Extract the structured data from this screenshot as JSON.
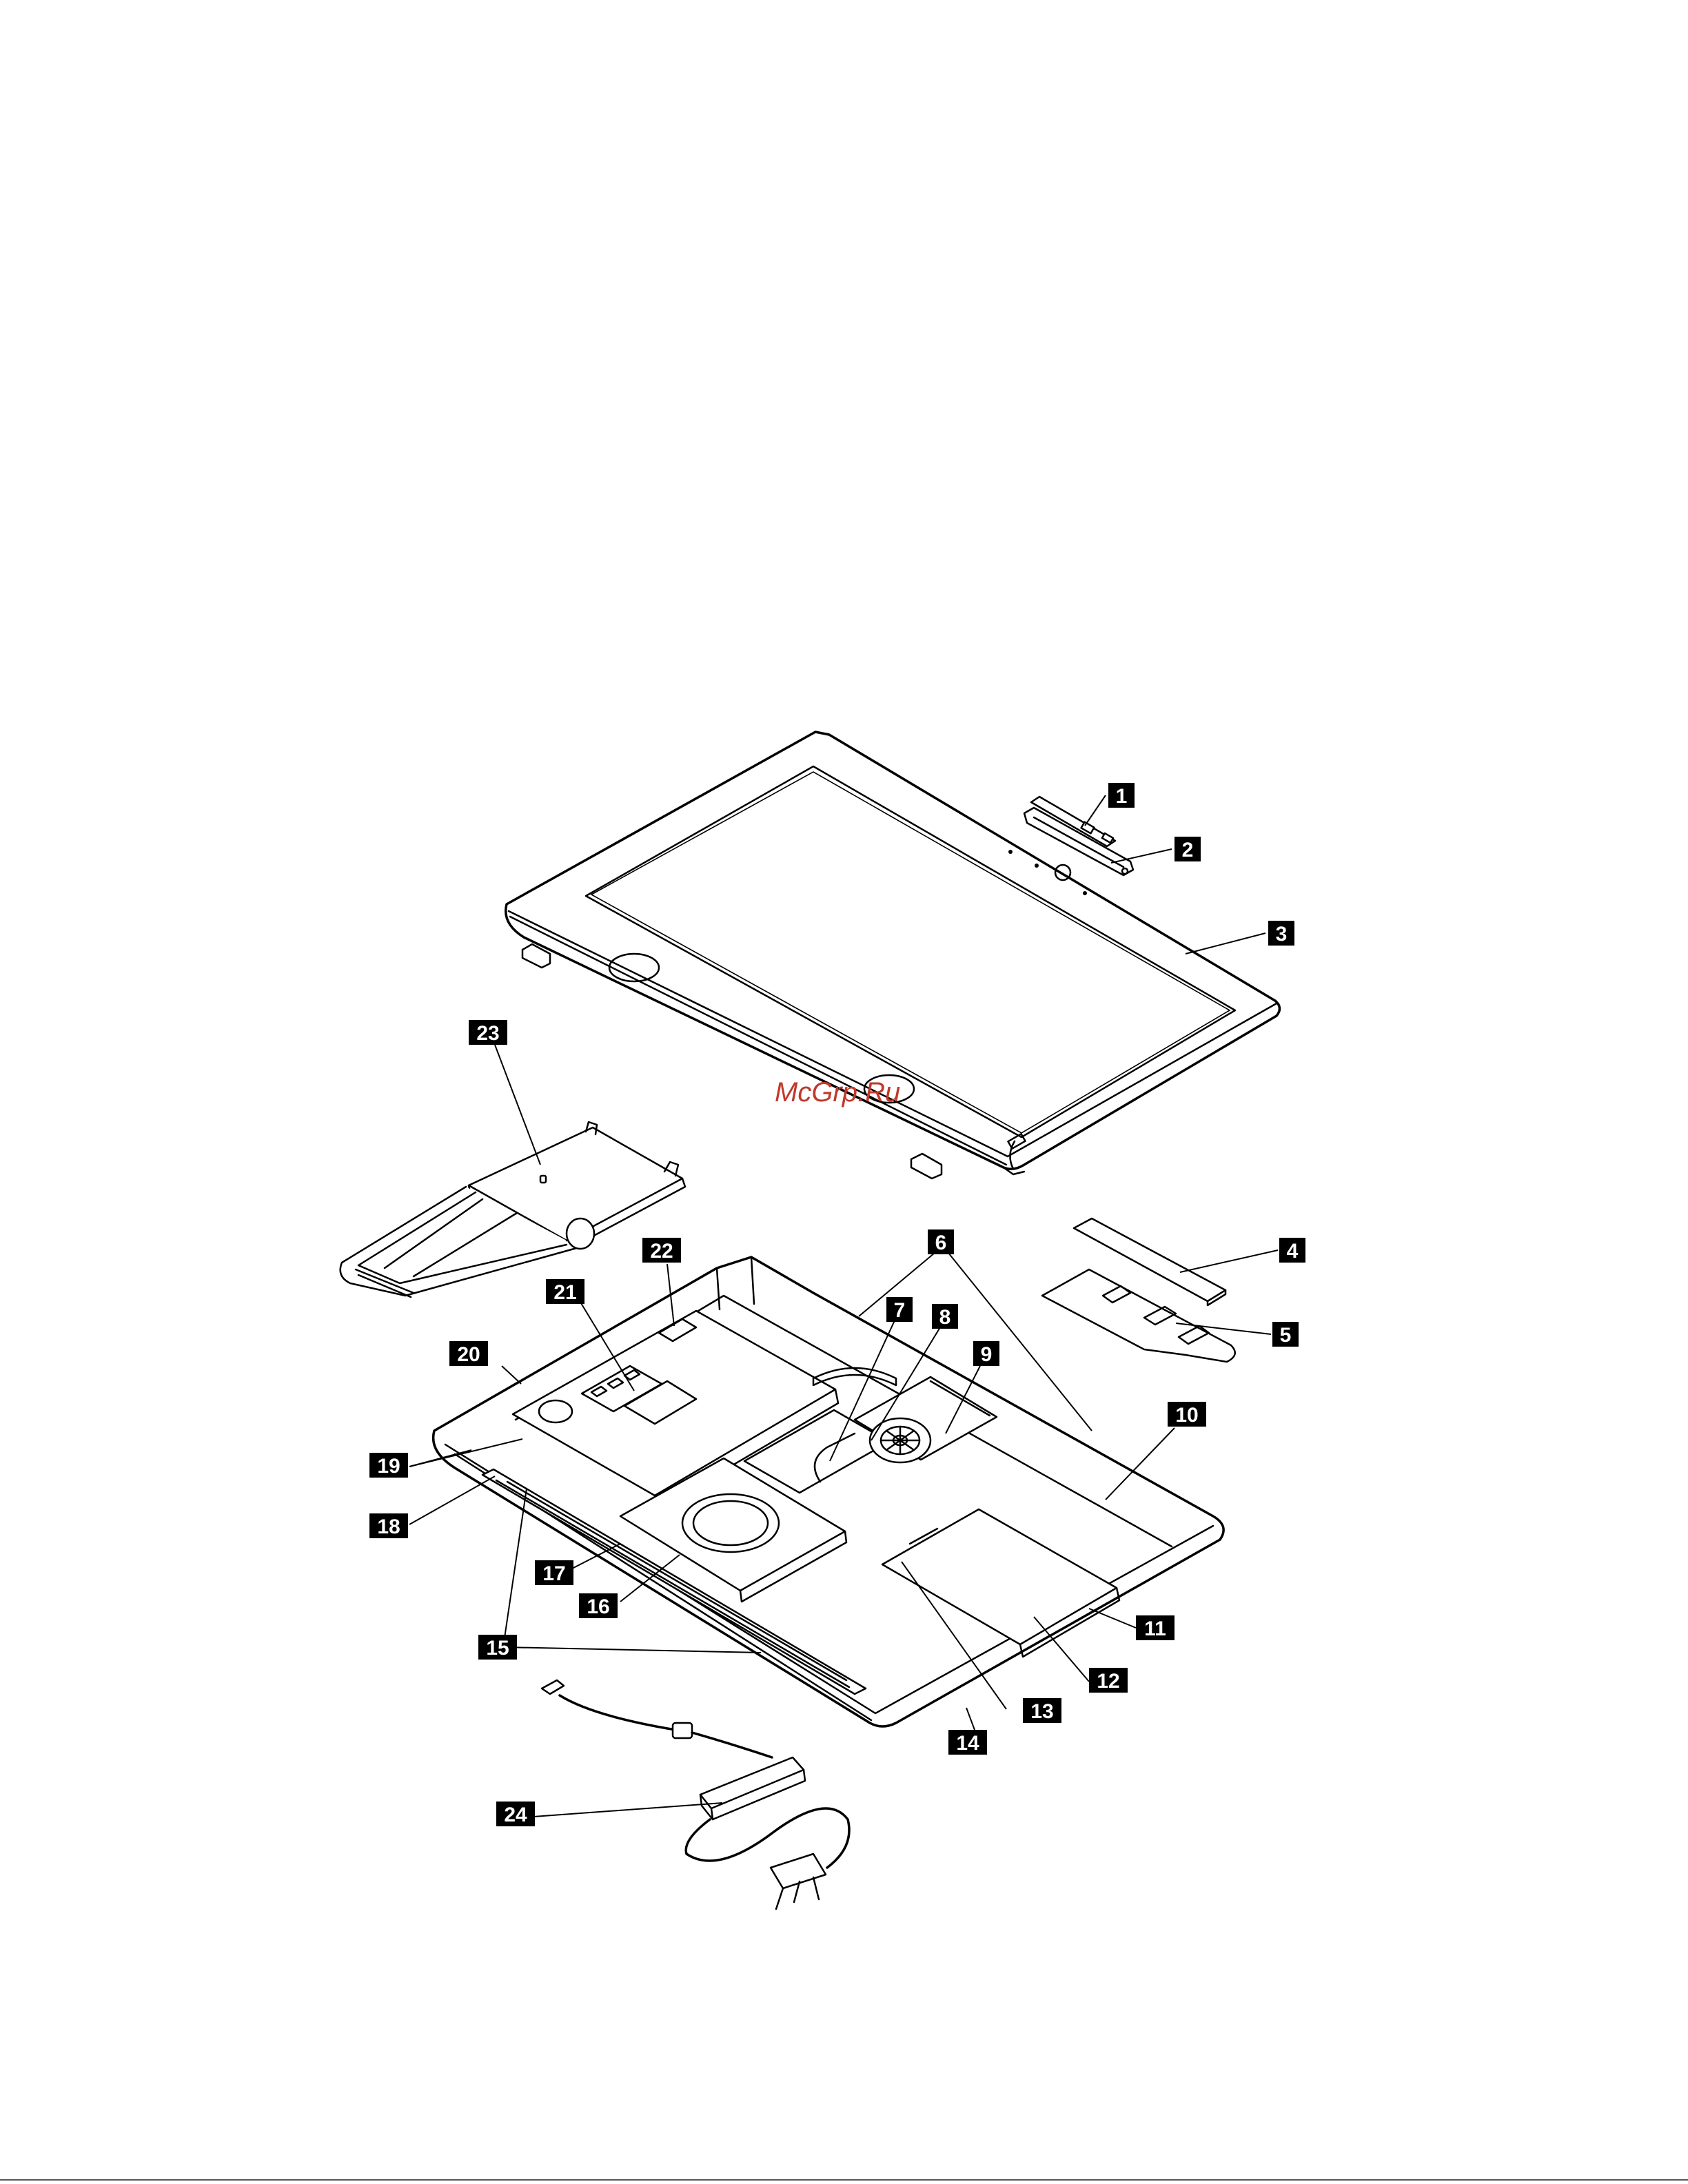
{
  "watermark": "McGrp.Ru",
  "callouts": [
    "1",
    "2",
    "3",
    "4",
    "5",
    "6",
    "7",
    "8",
    "9",
    "10",
    "11",
    "12",
    "13",
    "14",
    "15",
    "16",
    "17",
    "18",
    "19",
    "20",
    "21",
    "22",
    "23",
    "24"
  ]
}
